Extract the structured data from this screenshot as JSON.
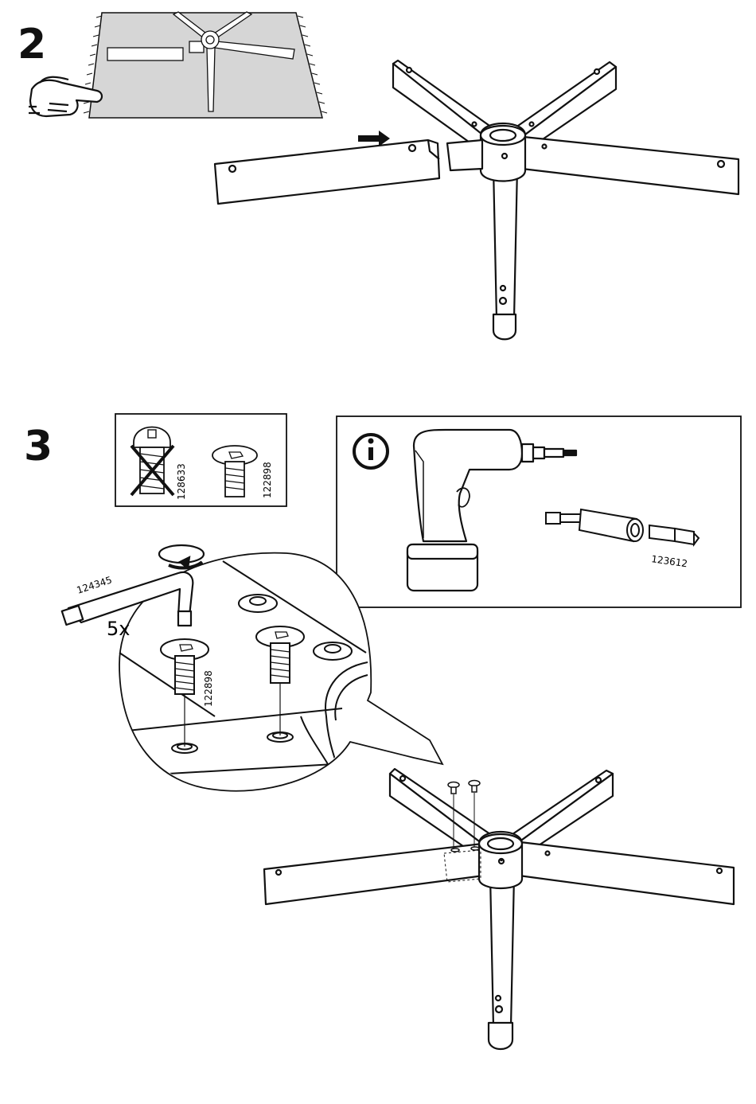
{
  "steps": [
    {
      "number": "2"
    },
    {
      "number": "3"
    }
  ],
  "step3": {
    "wrong_screw_part": "128633",
    "correct_screw_part": "122898",
    "hex_key_part": "124345",
    "quantity": "5x",
    "detail_screw_part": "122898",
    "bit_part": "123612"
  },
  "icons": [
    "pointing-hand-icon",
    "push-arrow-icon",
    "info-icon",
    "rotate-arrow-icon",
    "cross-out-icon"
  ],
  "colors": {
    "line": "#111111",
    "rug": "#d6d6d6",
    "background": "#ffffff"
  }
}
